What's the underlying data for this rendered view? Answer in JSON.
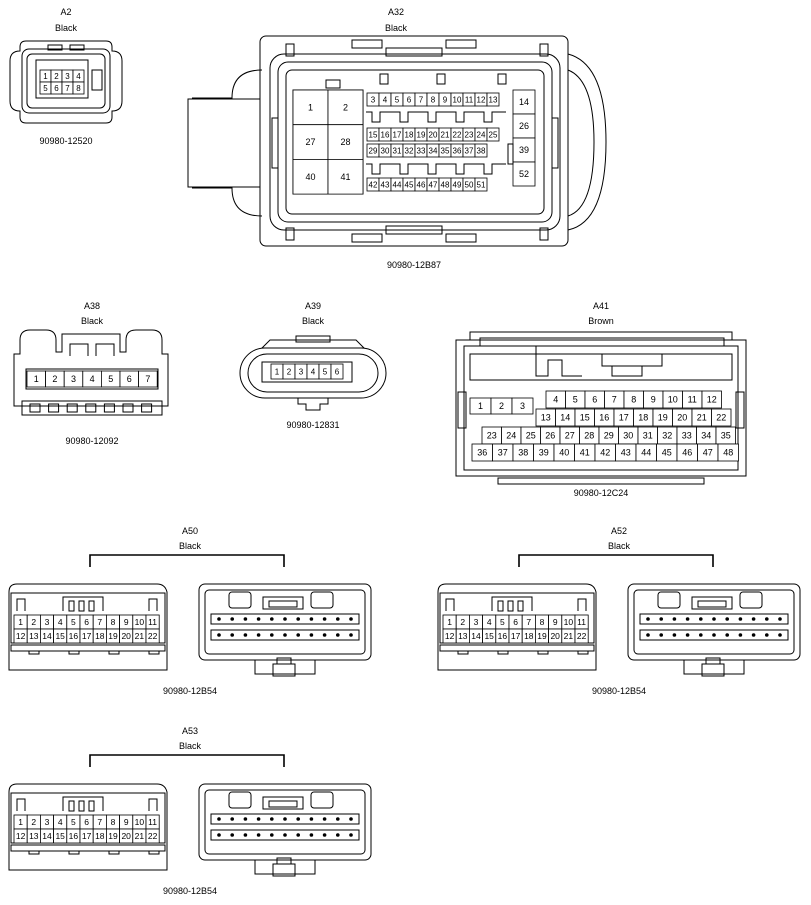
{
  "connectors": {
    "a2": {
      "name": "A2",
      "color": "Black",
      "part": "90980-12520",
      "top": [
        "1",
        "2",
        "3",
        "4"
      ],
      "bottom": [
        "5",
        "6",
        "7",
        "8"
      ]
    },
    "a32": {
      "name": "A32",
      "color": "Black",
      "part": "90980-12B87",
      "big": [
        "1",
        "2",
        "27",
        "28",
        "40",
        "41"
      ],
      "row1": [
        "3",
        "4",
        "5",
        "6",
        "7",
        "8",
        "9",
        "10",
        "11",
        "12",
        "13"
      ],
      "row2": [
        "15",
        "16",
        "17",
        "18",
        "19",
        "20",
        "21",
        "22",
        "23",
        "24",
        "25"
      ],
      "row3": [
        "29",
        "30",
        "31",
        "32",
        "33",
        "34",
        "35",
        "36",
        "37",
        "38"
      ],
      "row4": [
        "42",
        "43",
        "44",
        "45",
        "46",
        "47",
        "48",
        "49",
        "50",
        "51"
      ],
      "side": [
        "14",
        "26",
        "39",
        "52"
      ]
    },
    "a38": {
      "name": "A38",
      "color": "Black",
      "part": "90980-12092",
      "pins": [
        "1",
        "2",
        "3",
        "4",
        "5",
        "6",
        "7"
      ]
    },
    "a39": {
      "name": "A39",
      "color": "Black",
      "part": "90980-12831",
      "pins": [
        "1",
        "2",
        "3",
        "4",
        "5",
        "6"
      ]
    },
    "a41": {
      "name": "A41",
      "color": "Brown",
      "part": "90980-12C24",
      "row1a": [
        "1",
        "2",
        "3"
      ],
      "row1b": [
        "4",
        "5",
        "6",
        "7",
        "8",
        "9",
        "10",
        "11",
        "12"
      ],
      "row2": [
        "13",
        "14",
        "15",
        "16",
        "17",
        "18",
        "19",
        "20",
        "21",
        "22"
      ],
      "row3": [
        "23",
        "24",
        "25",
        "26",
        "27",
        "28",
        "29",
        "30",
        "31",
        "32",
        "33",
        "34",
        "35"
      ],
      "row4": [
        "36",
        "37",
        "38",
        "39",
        "40",
        "41",
        "42",
        "43",
        "44",
        "45",
        "46",
        "47",
        "48"
      ]
    },
    "a50": {
      "name": "A50",
      "color": "Black",
      "part": "90980-12B54"
    },
    "a52": {
      "name": "A52",
      "color": "Black",
      "part": "90980-12B54"
    },
    "a53": {
      "name": "A53",
      "color": "Black",
      "part": "90980-12B54"
    }
  },
  "b54_pins": {
    "top": [
      "1",
      "2",
      "3",
      "4",
      "5",
      "6",
      "7",
      "8",
      "9",
      "10",
      "11"
    ],
    "bottom": [
      "12",
      "13",
      "14",
      "15",
      "16",
      "17",
      "18",
      "19",
      "20",
      "21",
      "22"
    ]
  }
}
